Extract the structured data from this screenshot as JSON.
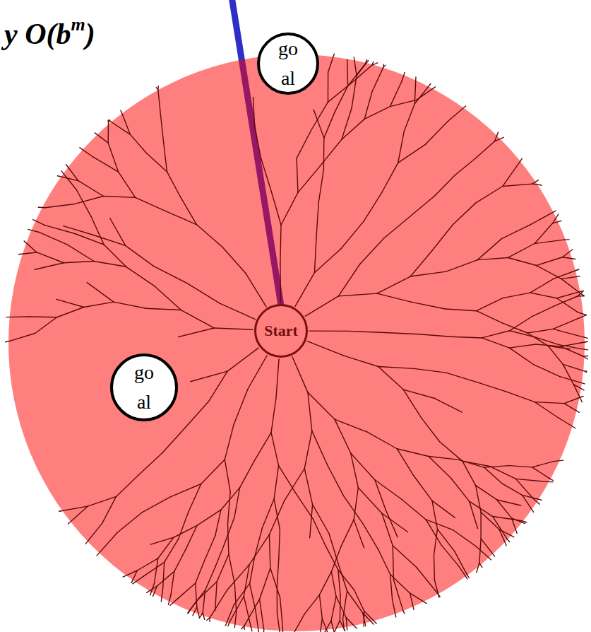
{
  "diagram": {
    "nodes": [
      {
        "text": [
          "goal"
        ]
      },
      {
        "text": [
          "Start"
        ]
      },
      {
        "text": [
          "goal"
        ]
      }
    ],
    "labels": [
      "y O(b",
      "m",
      ")"
    ]
  }
}
